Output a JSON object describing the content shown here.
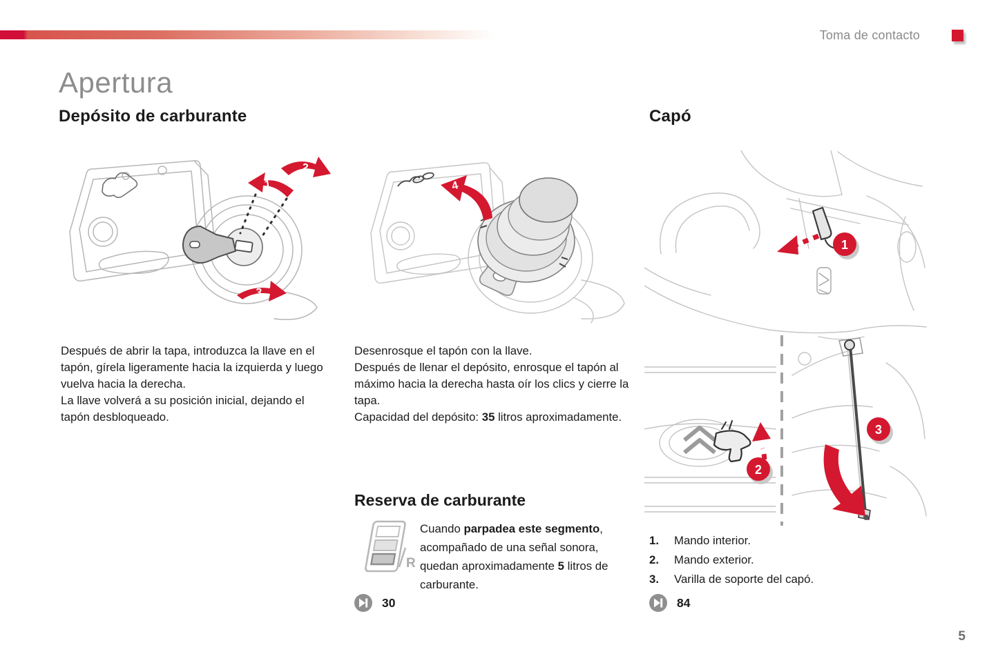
{
  "header": {
    "section_label": "Toma de contacto"
  },
  "page": {
    "title": "Apertura",
    "number": "5"
  },
  "fuel_tank": {
    "heading": "Depósito de carburante",
    "para1": "Después de abrir la tapa, introduzca la llave en el tapón, gírela ligeramente hacia la izquierda y luego vuelva hacia la derecha.",
    "para2": "La llave volverá a su posición inicial, dejando el tapón desbloqueado.",
    "para3": "Desenrosque el tapón con la llave.",
    "para4": "Después de llenar el depósito, enrosque el tapón al máximo hacia la derecha hasta oír los clics y cierre la tapa.",
    "capacity_prefix": "Capacidad del depósito: ",
    "capacity_value": "35",
    "capacity_suffix": " litros aproximadamente."
  },
  "fuel_reserve": {
    "heading": "Reserva de carburante",
    "text_prefix": "Cuando ",
    "text_bold1": "parpadea este segmento",
    "text_mid": ", acompañado de una señal sonora, quedan aproximadamente ",
    "text_bold2": "5",
    "text_suffix": " litros de carburante.",
    "gauge_letter": "R",
    "page_ref": "30"
  },
  "hood": {
    "heading": "Capó",
    "items": [
      {
        "num": "1.",
        "label": "Mando interior."
      },
      {
        "num": "2.",
        "label": "Mando exterior."
      },
      {
        "num": "3.",
        "label": "Varilla de soporte del capó."
      }
    ],
    "page_ref": "84"
  },
  "figure_labels": {
    "flap_turn_1": "1",
    "flap_turn_2": "2",
    "flap_turn_3": "3",
    "cap_remove_4": "4",
    "hood_interior_1": "1",
    "hood_exterior_2": "2",
    "hood_rod_3": "3"
  },
  "colors": {
    "accent_red": "#d4182f",
    "bar_red_dark": "#d10f38",
    "title_gray": "#8d8d8d",
    "text_black": "#1c1c1c"
  }
}
